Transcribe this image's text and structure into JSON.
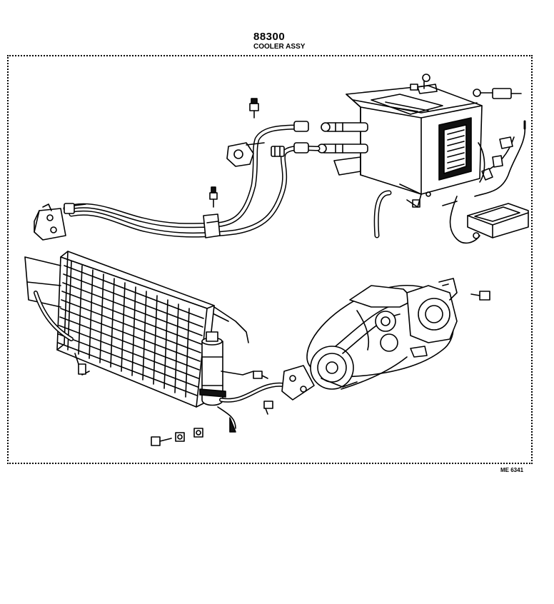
{
  "diagram": {
    "part_number": "88300",
    "part_name": "COOLER ASSY",
    "code": "ME 6341"
  },
  "icons": [
    "evaporator-unit-icon",
    "condenser-icon",
    "compressor-icon",
    "receiver-drier-icon",
    "refrigerant-pipe-icon",
    "bolt-icon",
    "nut-icon",
    "bracket-icon",
    "wiring-harness-icon",
    "amplifier-icon"
  ],
  "colors": {
    "line": "#000000",
    "background": "#ffffff"
  }
}
